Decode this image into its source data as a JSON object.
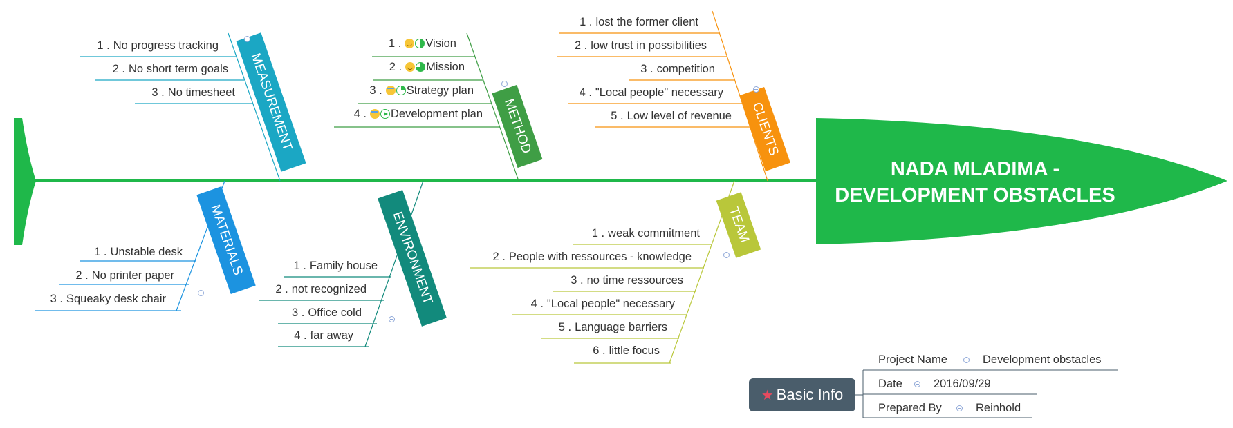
{
  "head": {
    "line1": "NADA MLADIMA -",
    "line2": "DEVELOPMENT OBSTACLES"
  },
  "categories": {
    "measurement": {
      "label": "MEASUREMENT",
      "color": "#1ba7c4",
      "items": [
        {
          "num": "1 .",
          "text": "No progress tracking"
        },
        {
          "num": "2 .",
          "text": "No short term goals"
        },
        {
          "num": "3 .",
          "text": "No timesheet"
        }
      ]
    },
    "method": {
      "label": "METHOD",
      "color": "#3f9e45",
      "items": [
        {
          "num": "1 .",
          "text": "Vision",
          "icons": [
            "smile-icon",
            "progress-half-icon"
          ]
        },
        {
          "num": "2 .",
          "text": "Mission",
          "icons": [
            "smile-icon",
            "progress-three-quarter-icon"
          ]
        },
        {
          "num": "3 .",
          "text": "Strategy plan",
          "icons": [
            "crying-face-icon",
            "progress-quarter-icon"
          ]
        },
        {
          "num": "4 .",
          "text": "Development plan",
          "icons": [
            "crying-face-icon",
            "play-icon"
          ]
        }
      ]
    },
    "clients": {
      "label": "CLIENTS",
      "color": "#f7920e",
      "items": [
        {
          "num": "1 .",
          "text": "lost the former client"
        },
        {
          "num": "2 .",
          "text": "low trust in possibilities"
        },
        {
          "num": "3 .",
          "text": "competition"
        },
        {
          "num": "4 .",
          "text": "\"Local people\" necessary"
        },
        {
          "num": "5 .",
          "text": "Low level of revenue"
        }
      ]
    },
    "materials": {
      "label": "MATERIALS",
      "color": "#1c93e0",
      "items": [
        {
          "num": "1 .",
          "text": "Unstable desk"
        },
        {
          "num": "2 .",
          "text": "No printer paper"
        },
        {
          "num": "3 .",
          "text": "Squeaky desk chair"
        }
      ]
    },
    "environment": {
      "label": "ENVIRONMENT",
      "color": "#128a7c",
      "items": [
        {
          "num": "1 .",
          "text": "Family house"
        },
        {
          "num": "2 .",
          "text": "not recognized"
        },
        {
          "num": "3 .",
          "text": "Office cold"
        },
        {
          "num": "4 .",
          "text": "far away"
        }
      ]
    },
    "team": {
      "label": "TEAM",
      "color": "#b9c73a",
      "items": [
        {
          "num": "1 .",
          "text": "weak commitment"
        },
        {
          "num": "2 .",
          "text": "People with ressources - knowledge"
        },
        {
          "num": "3 .",
          "text": "no time ressources"
        },
        {
          "num": "4 .",
          "text": "\"Local people\" necessary"
        },
        {
          "num": "5 .",
          "text": "Language barriers"
        },
        {
          "num": "6 .",
          "text": "little focus"
        }
      ]
    }
  },
  "basic_info": {
    "label": "Basic Info",
    "icon": "star-icon",
    "rows": [
      {
        "key": "Project Name",
        "value": "Development obstacles"
      },
      {
        "key": "Date",
        "value": "2016/09/29"
      },
      {
        "key": "Prepared By",
        "value": "Reinhold"
      }
    ]
  },
  "colors": {
    "spine": "#1fb84a",
    "head": "#1fb84a",
    "info_button": "#4a5d6b",
    "star": "#e84a5f"
  }
}
